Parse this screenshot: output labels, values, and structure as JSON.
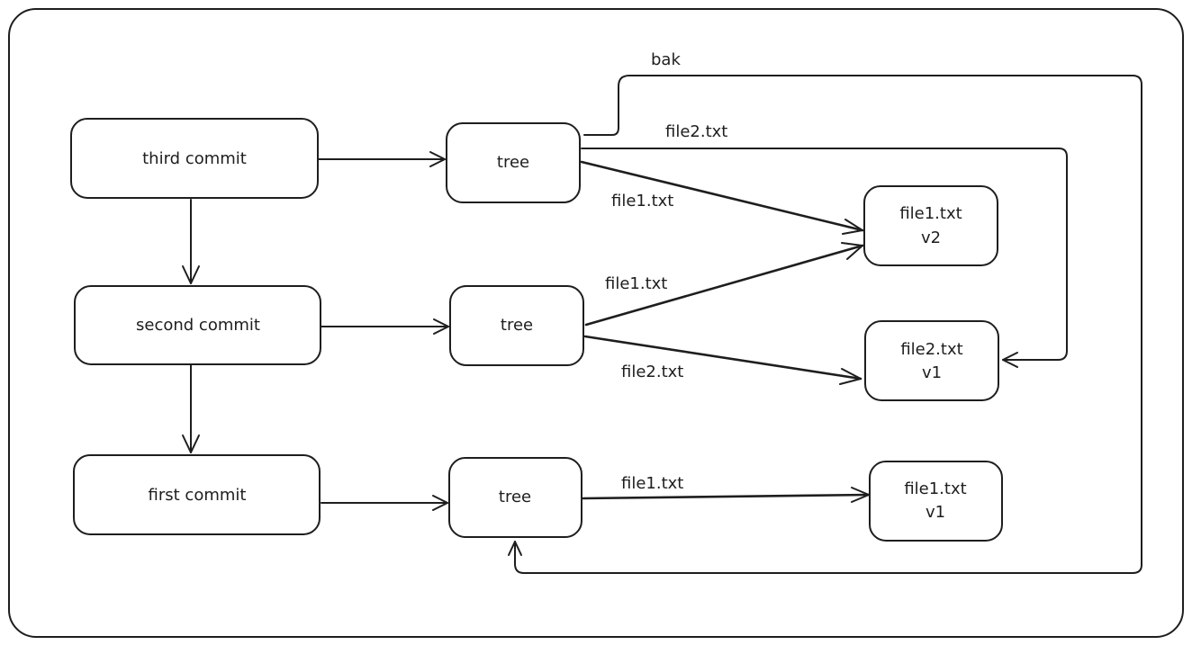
{
  "diagram": {
    "frame": {
      "stroke": "#1e1e1e",
      "fill": "#ffffff"
    },
    "nodes": [
      {
        "id": "third_commit",
        "label": "third commit"
      },
      {
        "id": "second_commit",
        "label": "second commit"
      },
      {
        "id": "first_commit",
        "label": "first commit"
      },
      {
        "id": "tree_third",
        "label": "tree"
      },
      {
        "id": "tree_second",
        "label": "tree"
      },
      {
        "id": "tree_first",
        "label": "tree"
      },
      {
        "id": "blob_file1_v2",
        "label_lines": [
          "file1.txt",
          "v2"
        ]
      },
      {
        "id": "blob_file2_v1",
        "label_lines": [
          "file2.txt",
          "v1"
        ]
      },
      {
        "id": "blob_file1_v1",
        "label_lines": [
          "file1.txt",
          "v1"
        ]
      }
    ],
    "edges": [
      {
        "id": "third_to_tree",
        "from": "third_commit",
        "to": "tree_third",
        "label": ""
      },
      {
        "id": "second_to_tree",
        "from": "second_commit",
        "to": "tree_second",
        "label": ""
      },
      {
        "id": "first_to_tree",
        "from": "first_commit",
        "to": "tree_first",
        "label": ""
      },
      {
        "id": "third_to_second",
        "from": "third_commit",
        "to": "second_commit",
        "label": ""
      },
      {
        "id": "second_to_first",
        "from": "second_commit",
        "to": "first_commit",
        "label": ""
      },
      {
        "id": "tree3_file1",
        "from": "tree_third",
        "to": "blob_file1_v2",
        "label": "file1.txt"
      },
      {
        "id": "tree3_file2",
        "from": "tree_third",
        "to": "blob_file2_v1",
        "label": "file2.txt"
      },
      {
        "id": "tree3_bak",
        "from": "tree_third",
        "to": "tree_first",
        "label": "bak"
      },
      {
        "id": "tree2_file1",
        "from": "tree_second",
        "to": "blob_file1_v2",
        "label": "file1.txt"
      },
      {
        "id": "tree2_file2",
        "from": "tree_second",
        "to": "blob_file2_v1",
        "label": "file2.txt"
      },
      {
        "id": "tree1_file1",
        "from": "tree_first",
        "to": "blob_file1_v1",
        "label": "file1.txt"
      }
    ]
  }
}
